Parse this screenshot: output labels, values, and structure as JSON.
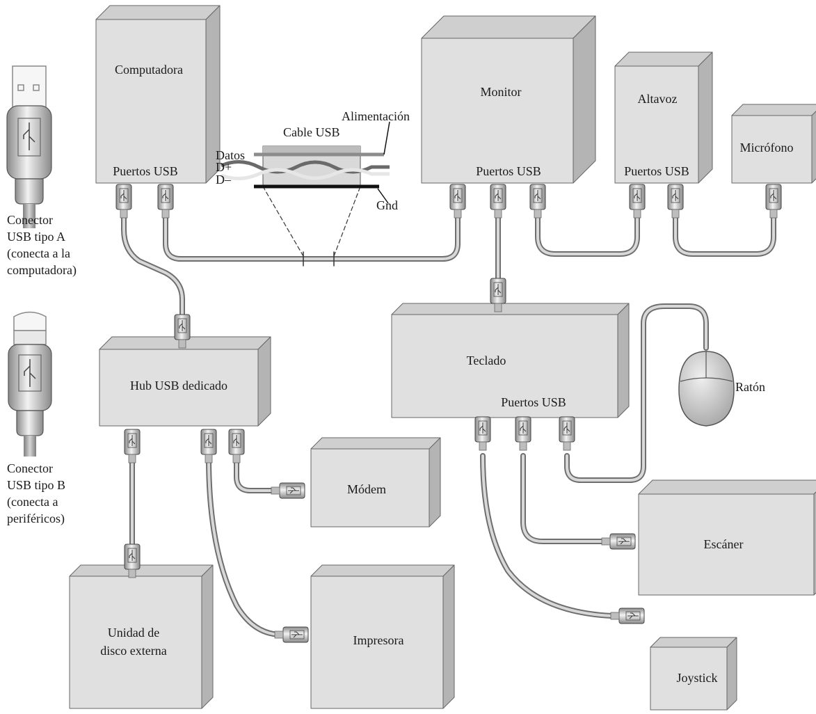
{
  "devices": {
    "computadora": {
      "label": "Computadora",
      "ports_label": "Puertos USB"
    },
    "monitor": {
      "label": "Monitor",
      "ports_label": "Puertos USB"
    },
    "altavoz": {
      "label": "Altavoz",
      "ports_label": "Puertos USB"
    },
    "microfono": {
      "label": "Micrófono"
    },
    "hub": {
      "label": "Hub USB dedicado"
    },
    "teclado": {
      "label": "Teclado",
      "ports_label": "Puertos USB"
    },
    "raton": {
      "label": "Ratón"
    },
    "modem": {
      "label": "Módem"
    },
    "escaner": {
      "label": "Escáner"
    },
    "disco": {
      "label_line1": "Unidad de",
      "label_line2": "disco externa"
    },
    "impresora": {
      "label": "Impresora"
    },
    "joystick": {
      "label": "Joystick"
    }
  },
  "cable": {
    "title": "Cable USB",
    "power": "Alimentación",
    "data": "Datos",
    "d_plus": "D+",
    "d_minus": "D–",
    "ground": "Gnd"
  },
  "connectors": {
    "type_a": [
      "Conector",
      "USB tipo A",
      "(conecta a la",
      "computadora)"
    ],
    "type_b": [
      "Conector",
      "USB tipo B",
      "(conecta a",
      "periféricos)"
    ]
  },
  "colors": {
    "box_front": "#e0e0e0",
    "box_top": "#cfcfcf",
    "box_side": "#b4b4b4",
    "cable": "#9a9a9a",
    "outline": "#666666"
  }
}
